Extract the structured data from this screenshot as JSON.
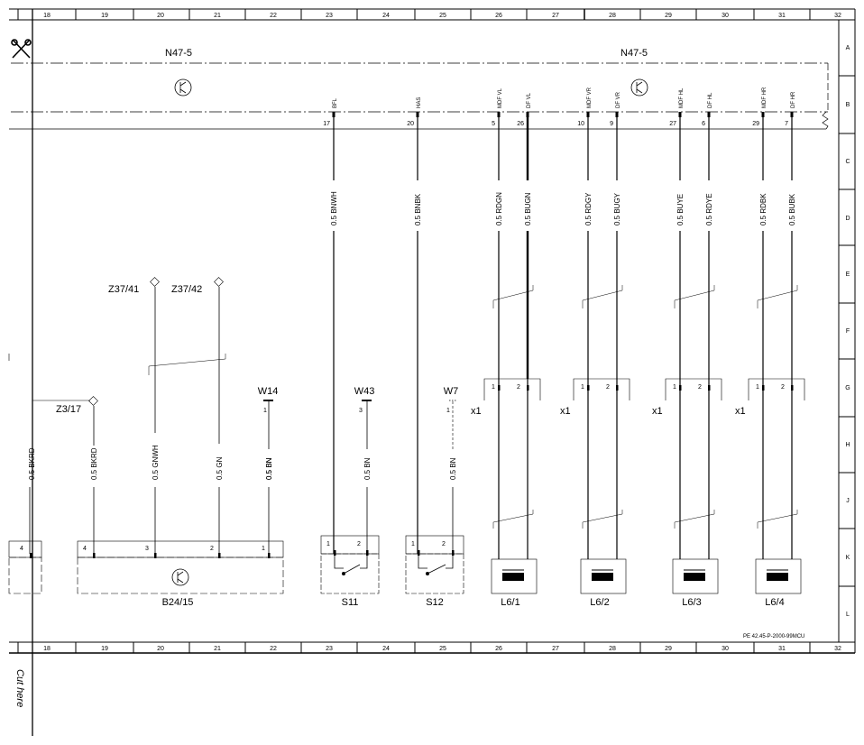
{
  "grid": {
    "columns": [
      "18",
      "19",
      "20",
      "21",
      "22",
      "23",
      "24",
      "25",
      "26",
      "27",
      "28",
      "29",
      "30",
      "31",
      "32"
    ],
    "rows": [
      "A",
      "B",
      "C",
      "D",
      "E",
      "F",
      "G",
      "H",
      "J",
      "K",
      "L"
    ]
  },
  "module": {
    "label_left": "N47-5",
    "label_right": "N47-5",
    "signals": [
      {
        "name": "BFL",
        "pin": "17",
        "wire": "0.5 BNWH",
        "heavy": false
      },
      {
        "name": "HAS",
        "pin": "20",
        "wire": "0.5 BNBK",
        "heavy": false
      },
      {
        "name": "MDF VL",
        "pin": "5",
        "wire": "0.5 RDGN",
        "heavy": false
      },
      {
        "name": "DF VL",
        "pin": "26",
        "wire": "0.5 BUGN",
        "heavy": true
      },
      {
        "name": "MDF VR",
        "pin": "10",
        "wire": "0.5 RDGY",
        "heavy": false
      },
      {
        "name": "DF VR",
        "pin": "9",
        "wire": "0.5 BUGY",
        "heavy": false
      },
      {
        "name": "MDF HL",
        "pin": "27",
        "wire": "0.5 BUYE",
        "heavy": false
      },
      {
        "name": "DF HL",
        "pin": "6",
        "wire": "0.5 RDYE",
        "heavy": false
      },
      {
        "name": "MDF HR",
        "pin": "29",
        "wire": "0.5 RDBK",
        "heavy": false
      },
      {
        "name": "DF HR",
        "pin": "7",
        "wire": "0.5 BUBK",
        "heavy": false
      }
    ]
  },
  "splices": [
    {
      "name": "Z3/17"
    },
    {
      "name": "Z37/41"
    },
    {
      "name": "Z37/42"
    }
  ],
  "grounds": [
    {
      "name": "W14",
      "pin": "1",
      "wire": "0.5 BN"
    },
    {
      "name": "W43",
      "pin": "3",
      "wire": "0.5 BN"
    },
    {
      "name": "W7",
      "pin": "1",
      "wire": "0.5 BN"
    }
  ],
  "sensor": {
    "name": "B24/15",
    "wires": [
      {
        "pin": "4",
        "wire": "0.5 BKRD"
      },
      {
        "pin": "3",
        "wire": "0.5 GNWH"
      },
      {
        "pin": "2",
        "wire": "0.5 GN"
      },
      {
        "pin": "1",
        "wire": "0.5 BN"
      }
    ]
  },
  "left_edge": {
    "pin": "4",
    "wire": "0.5 BKRD"
  },
  "switches": [
    {
      "name": "S11",
      "pin_a": "1",
      "pin_b": "2"
    },
    {
      "name": "S12",
      "pin_a": "1",
      "pin_b": "2"
    }
  ],
  "connectors": [
    {
      "label": "x1",
      "pin_a": "1",
      "pin_b": "2"
    },
    {
      "label": "x1",
      "pin_a": "1",
      "pin_b": "2"
    },
    {
      "label": "x1",
      "pin_a": "1",
      "pin_b": "2"
    },
    {
      "label": "x1",
      "pin_a": "1",
      "pin_b": "2"
    }
  ],
  "sensors_l6": [
    {
      "name": "L6/1"
    },
    {
      "name": "L6/2"
    },
    {
      "name": "L6/3"
    },
    {
      "name": "L6/4"
    }
  ],
  "footnote": "PE 42.45-P-2000-99MCU",
  "cut_here": "Cut here",
  "icons": [
    "scissors-icon",
    "transistor-icon",
    "splice-icon",
    "ground-icon",
    "switch-icon",
    "inductive-sensor-icon"
  ]
}
